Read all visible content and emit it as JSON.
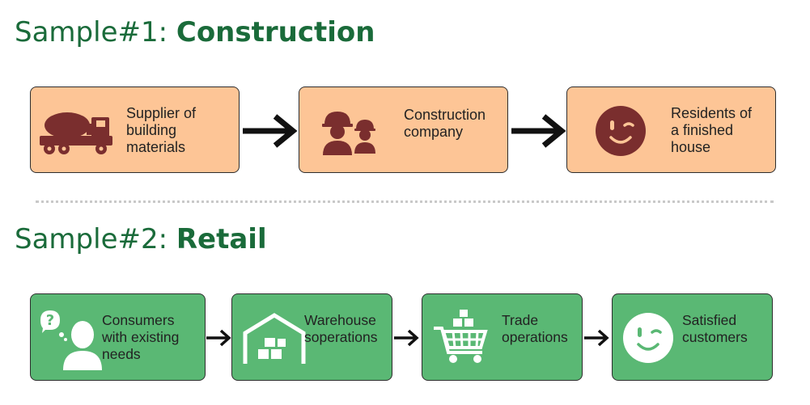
{
  "sample1": {
    "prefix": "Sample#1: ",
    "title": "Construction",
    "steps": [
      {
        "label": "Supplier of\nbuilding\nmaterials",
        "icon": "concrete-mixer-truck-icon"
      },
      {
        "label": "Construction\ncompany",
        "icon": "construction-workers-icon"
      },
      {
        "label": "Residents of\na finished\nhouse",
        "icon": "winking-smiley-icon"
      }
    ],
    "box_color": "#fdc596",
    "icon_color": "#7a2e2e"
  },
  "sample2": {
    "prefix": "Sample#2: ",
    "title": "Retail",
    "steps": [
      {
        "label": "Consumers\nwith existing\nneeds",
        "icon": "thinking-person-icon"
      },
      {
        "label": "Warehouse\nsoperations",
        "icon": "warehouse-icon"
      },
      {
        "label": "Trade\noperations",
        "icon": "shopping-cart-icon"
      },
      {
        "label": "Satisfied\ncustomers",
        "icon": "winking-smiley-icon"
      }
    ],
    "box_color": "#5ab874",
    "icon_color": "#ffffff"
  }
}
